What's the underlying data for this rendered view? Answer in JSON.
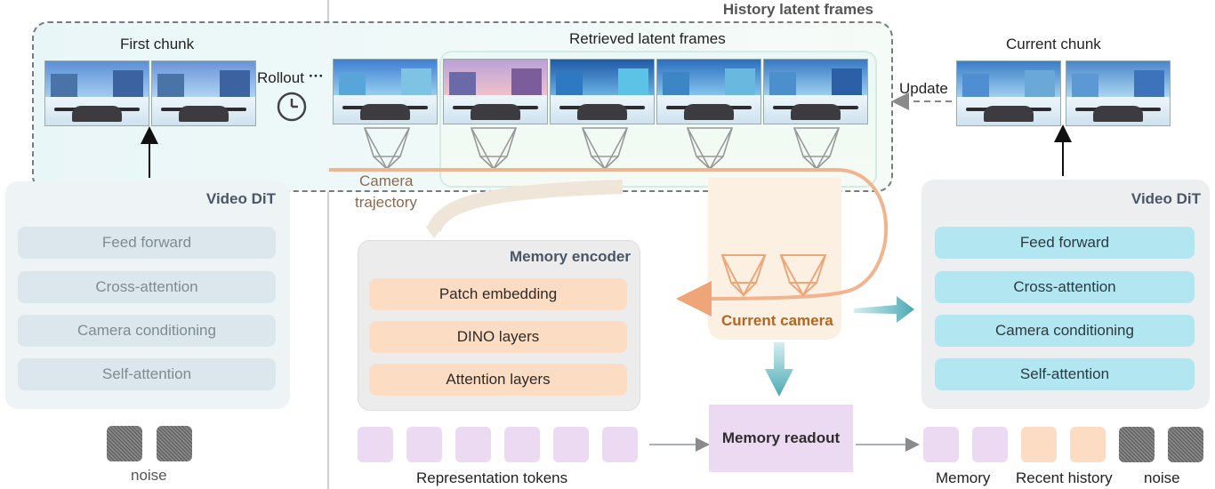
{
  "history": {
    "title": "History latent frames"
  },
  "first_chunk": {
    "label": "First chunk"
  },
  "retrieved": {
    "label": "Retrieved latent frames"
  },
  "current_chunk": {
    "label": "Current chunk"
  },
  "rollout": {
    "label": "Rollout",
    "ellipsis": "···"
  },
  "update": {
    "label": "Update"
  },
  "camera_trajectory": {
    "line1": "Camera",
    "line2": "trajectory"
  },
  "current_camera": {
    "label": "Current camera"
  },
  "left_dit": {
    "title": "Video DiT",
    "layers": [
      "Feed forward",
      "Cross-attention",
      "Camera conditioning",
      "Self-attention"
    ]
  },
  "right_dit": {
    "title": "Video DiT",
    "layers": [
      "Feed forward",
      "Cross-attention",
      "Camera conditioning",
      "Self-attention"
    ]
  },
  "memory_encoder": {
    "title": "Memory encoder",
    "layers": [
      "Patch embedding",
      "DINO layers",
      "Attention layers"
    ]
  },
  "memory_readout": {
    "label": "Memory readout"
  },
  "tokens": {
    "left_noise": "noise",
    "representation": "Representation tokens",
    "memory": "Memory",
    "recent_history": "Recent history",
    "right_noise": "noise"
  },
  "colors": {
    "trajectory": "#f2b48e",
    "current_camera_text": "#b5651d",
    "teal_arrow": "#5fb3bd",
    "cyan_layer": "#b2e6f1",
    "peach": "#fddcc4",
    "purple": "#ecd9f2"
  }
}
